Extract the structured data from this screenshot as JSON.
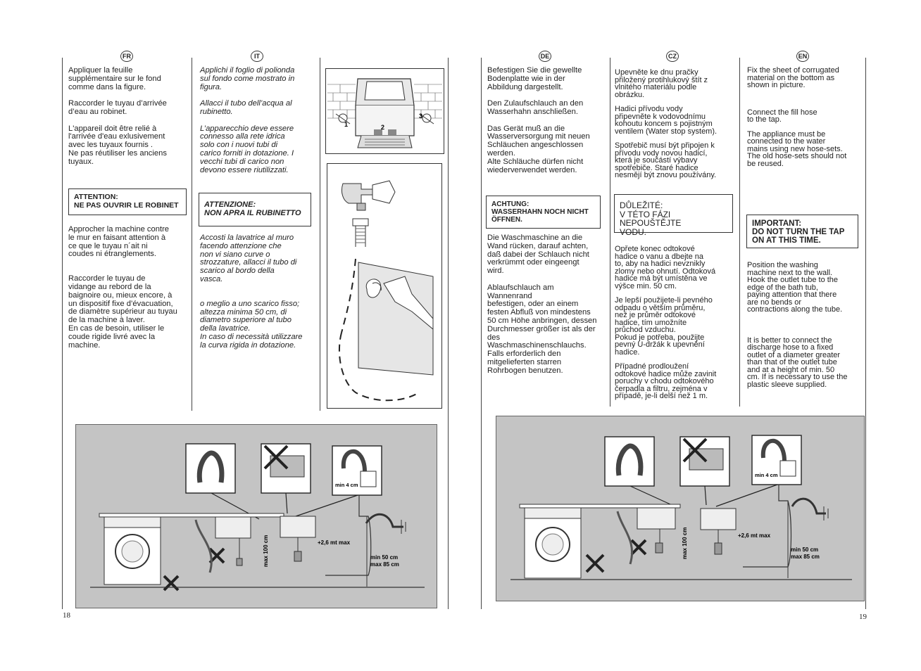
{
  "left_page": {
    "page_number": "18",
    "fr": {
      "badge": "FR",
      "p1": "Appliquer la feuille\nsupplémentaire sur le fond\ncomme dans la figure.",
      "p2": "Raccorder le tuyau d’arrivée\nd’eau au robinet.",
      "p3": "L'appareil doit être relié à\nl'arrivée d'eau exlusivement\navec les tuyaux fournis .\nNe pas réutiliser  les anciens\ntuyaux.",
      "warning": "ATTENTION:\nNE PAS OUVRIR LE ROBINET",
      "p4": "Approcher la machine contre\nle mur en faisant attention à\nce que le tuyau n´ait ni\ncoudes ni étranglements.",
      "p5": "Raccorder le tuyau de\nvidange au rebord de la\nbaignoire ou, mieux encore, à\nun dispositif fixe d’évacuation,\nde diamètre supérieur au tuyau\nde la machine à laver.\nEn cas de besoin, utiliser le\ncoude rigide livré avec la\nmachine."
    },
    "it": {
      "badge": "IT",
      "p1": "Applichi il foglio di polionda\nsul fondo come mostrato in\nfigura.",
      "p2": "Allacci il tubo dell’acqua al\nrubinetto.",
      "p3": "L’apparecchio deve essere\nconnesso alla rete idrica\nsolo con i nuovi tubi di\ncarico forniti in dotazione. I\nvecchi tubi di carico non\ndevono essere riutilizzati.",
      "warning": "ATTENZIONE:\nNON APRA IL RUBINETTO",
      "p4": "Accosti la lavatrice al muro\nfacendo attenzione che\nnon vi siano curve o\nstrozzature, allacci il tubo di\nscarico al bordo della\nvasca.",
      "p5": "o meglio a uno scarico fisso;\naltezza minima 50 cm, di\ndiametro superiore al tubo\ndella lavatrice.\nIn caso di necessità utilizzare\nla curva rigida in dotazione."
    },
    "figure_labels": {
      "n1": "1",
      "n2": "2",
      "n3": "3"
    },
    "diagram": {
      "max100": "max 100 cm",
      "min4": "min 4 cm",
      "height": "+2,6 mt max",
      "min50": "min 50 cm",
      "max85": "max 85 cm"
    }
  },
  "right_page": {
    "page_number": "19",
    "de": {
      "badge": "DE",
      "p1": "Befestigen Sie die gewellte\nBodenplatte wie in der\nAbbildung dargestellt.",
      "p2": "Den Zulaufschlauch an den\nWasserhahn anschließen.",
      "p3": "Das Gerät muß an die\nWasserversorgung mit neuen\nSchläuchen angeschlossen\nwerden.\nAlte Schläuche dürfen nicht\nwiederverwendet werden.",
      "warning": "ACHTUNG:\nWASSERHAHN NOCH NICHT\nÖFFNEN.",
      "p4": "Die Waschmaschine an die\nWand rücken, darauf achten,\ndaß dabei der Schlauch nicht\nverkrümmt oder eingeengt\nwird.",
      "p5": "Ablaufschlauch am\nWannenrand\nbefestigen, oder an einem\nfesten Abfluß von mindestens\n50 cm Höhe anbringen, dessen\nDurchmesser größer ist als der\ndes\nWaschmaschinenschlauchs.\nFalls erforderlich den\nmitgelieferten starren\nRohrbogen benutzen."
    },
    "cz": {
      "badge": "CZ",
      "p1": "Upevněte ke dnu pračky\npřiložený protihlukový štít z\nvlnitého materiálu podle\nobrázku.",
      "p2": "Hadici přívodu vody\npřipevněte k vodovodnímu\nkohoutu koncem s pojistným\nventilem (Water stop system).",
      "p3": "Spotřebič musí být připojen k\npřívodu vody novou hadicí,\nkterá je součástí výbavy\nspotřebiče. Staré hadice\nnesmějí být znovu používány.",
      "warning": "DŮLEŽITÉ:\nV TÉTO FÁZI NEPOUŠTĚJTE\nVODU.",
      "p4": "Opřete konec odtokové\nhadice o vanu a dbejte na\nto, aby na hadici nevznikly\nzlomy nebo ohnutí. Odtoková\nhadice má být umístěna ve\nvýšce min. 50 cm.",
      "p5": "Je lepší použijete-li pevného\nodpadu o větším průměru,\nnež je průměr odtokové\nhadice, tím umožníte\nprůchod vzduchu.\nPokud je potřeba, použijte\npevný U-držák k upevnění\nhadice.",
      "p6": "Případné prodloužení\nodtokové hadice může zavinit\nporuchy v chodu odtokového\nčerpadla a filtru, zejména v\npřípadě, je-li delší než 1 m."
    },
    "en": {
      "badge": "EN",
      "p1": "Fix the sheet of corrugated\nmaterial on the bottom as\nshown in picture.",
      "p2": "Connect the fill hose\nto the tap.",
      "p3": "The appliance must be\nconnected to the water\nmains using new hose-sets.\nThe old hose-sets should not\nbe reused.",
      "warning": "IMPORTANT:\nDO NOT TURN THE TAP\nON AT THIS TIME.",
      "p4": "Position the washing\nmachine next to the wall.\nHook the outlet tube to the\nedge of the bath tub,\npaying attention that there\nare no bends or\ncontractions along the tube.",
      "p5": "It is better to connect the\ndischarge hose to a fixed\noutlet of a diameter greater\nthan that of the outlet tube\nand at a height of min. 50\ncm. If is necessary to use the\nplastic sleeve supplied."
    },
    "diagram": {
      "max100": "max 100 cm",
      "min4": "min 4 cm",
      "height": "+2,6 mt max",
      "min50": "min 50 cm",
      "max85": "max 85 cm"
    }
  }
}
